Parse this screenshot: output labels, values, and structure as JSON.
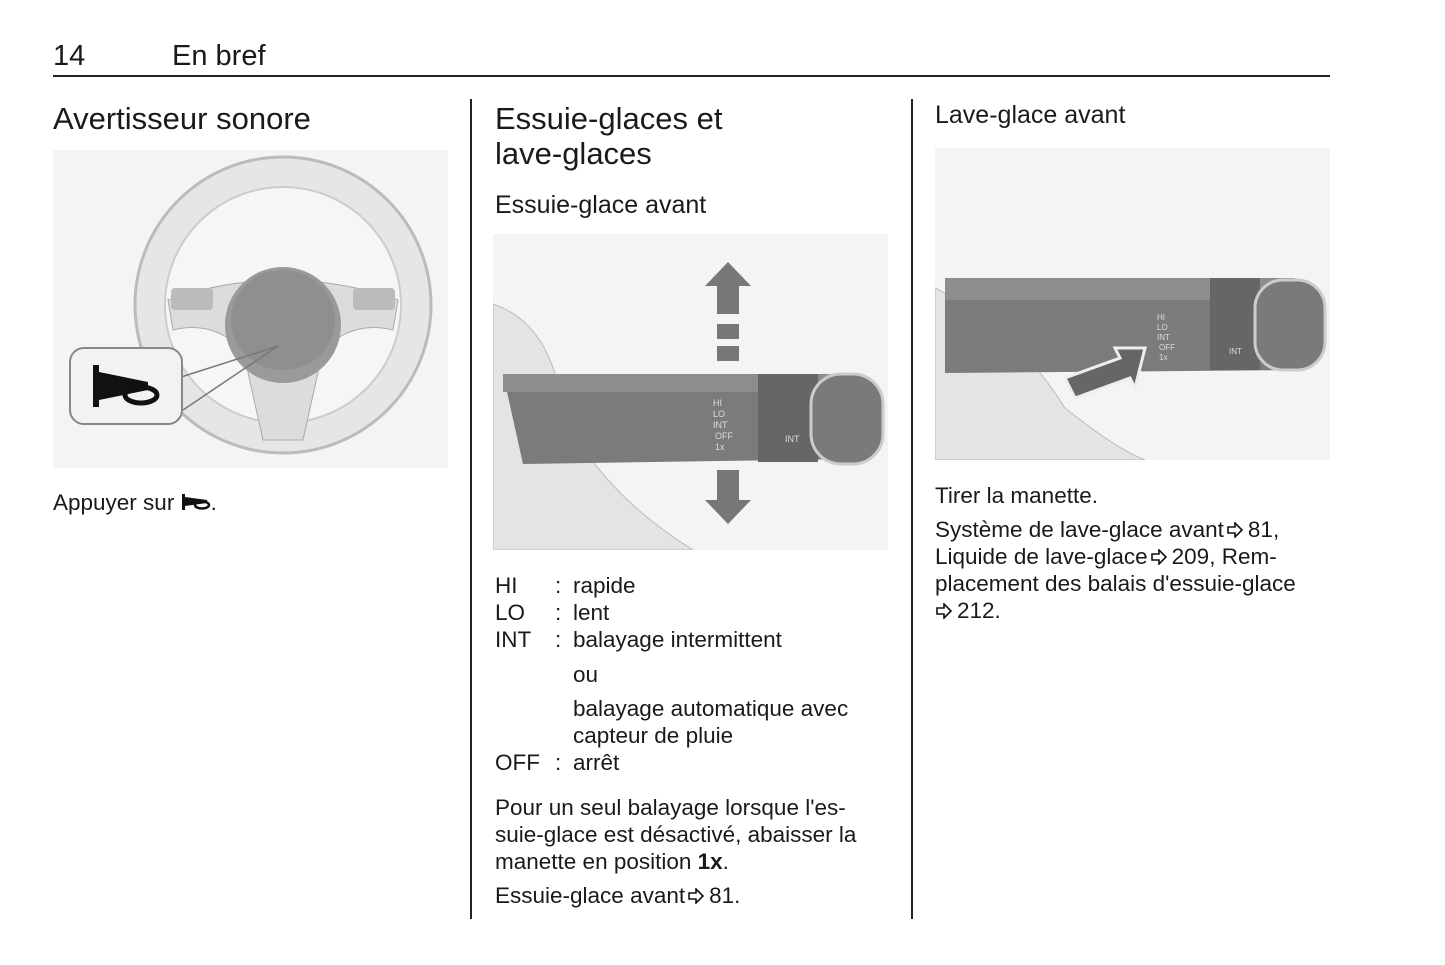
{
  "header": {
    "page_number": "14",
    "section": "En bref"
  },
  "col1": {
    "title": "Avertisseur sonore",
    "instruction": "Appuyer sur",
    "instruction_end": ".",
    "horn_icon": "horn-icon"
  },
  "col2": {
    "title_line1": "Essuie-glaces et",
    "title_line2": "lave-glaces",
    "subtitle": "Essuie-glace avant",
    "legend": [
      {
        "key": "HI",
        "sep": ":",
        "value": "rapide"
      },
      {
        "key": "LO",
        "sep": ":",
        "value": "lent"
      },
      {
        "key": "INT",
        "sep": ":",
        "value": "balayage intermittent"
      },
      {
        "key": "",
        "sep": "",
        "value": "ou"
      },
      {
        "key": "",
        "sep": "",
        "value": "balayage automatique avec"
      },
      {
        "key": "",
        "sep": "",
        "value": "capteur de pluie"
      },
      {
        "key": "OFF",
        "sep": ":",
        "value": "arrêt"
      }
    ],
    "para1_line1": "Pour un seul balayage lorsque l'es-",
    "para1_line2": "suie-glace est désactivé, abaisser la",
    "para1_line3_pre": "manette en position ",
    "para1_bold": "1x",
    "para1_end": ".",
    "ref_text": "Essuie-glace avant",
    "ref_page": "81."
  },
  "col3": {
    "title": "Lave-glace avant",
    "para1": "Tirer la manette.",
    "ref1_text": "Système de lave-glace avant",
    "ref1_page": "81,",
    "ref2_text": "Liquide de lave-glace",
    "ref2_page": "209, Rem-",
    "ref3_line": "placement des balais d'essuie-glace",
    "ref3_page": "212."
  },
  "stalk_labels": {
    "hi": "HI",
    "lo": "LO",
    "int": "INT",
    "off": "OFF",
    "once": "1x",
    "ring": "INT"
  }
}
